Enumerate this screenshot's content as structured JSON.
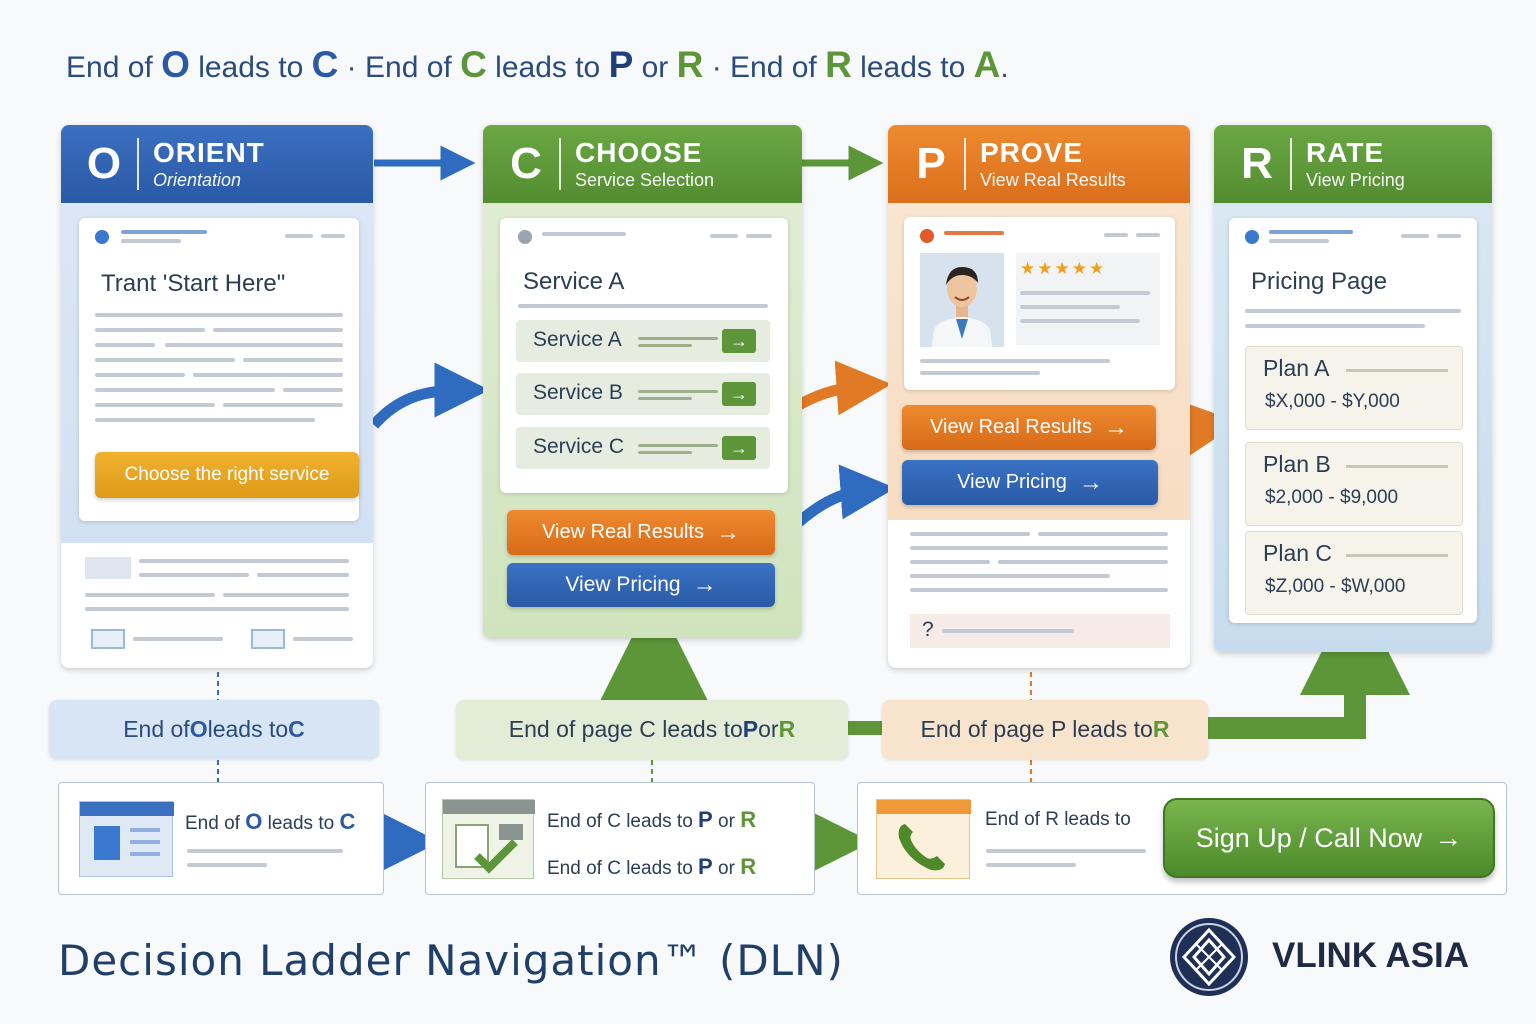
{
  "header": {
    "parts": [
      {
        "prefix": "End of ",
        "letter": "O",
        "mid": " leads to ",
        "target": "C",
        "sep": " · "
      },
      {
        "prefix": "End of ",
        "letter": "C",
        "mid": " leads to ",
        "target": "P",
        "extra": " or ",
        "target2": "R",
        "sep": " · "
      },
      {
        "prefix": "End of ",
        "letter": "R",
        "mid": " leads to ",
        "target": "A",
        "end": "."
      }
    ]
  },
  "columns": {
    "orient": {
      "letter": "O",
      "name": "ORIENT",
      "subtitle": "Orientation",
      "card_title": "Trant 'Start Here\"",
      "cta": "Choose the right service"
    },
    "choose": {
      "letter": "C",
      "name": "CHOOSE",
      "subtitle": "Service Selection",
      "card_title": "Service A",
      "services": [
        "Service A",
        "Service B",
        "Service C"
      ],
      "cta_results": "View Real Results",
      "cta_pricing": "View Pricing"
    },
    "prove": {
      "letter": "P",
      "name": "PROVE",
      "subtitle": "View Real Results",
      "stars": "★★★★★",
      "cta_results": "View Real Results",
      "cta_pricing": "View Pricing",
      "faq_mark": "?"
    },
    "rate": {
      "letter": "R",
      "name": "RATE",
      "subtitle": "View Pricing",
      "card_title": "Pricing Page",
      "plans": [
        {
          "name": "Plan A",
          "price": "$X,000 - $Y,000"
        },
        {
          "name": "Plan B",
          "price": "$2,000 - $9,000"
        },
        {
          "name": "Plan C",
          "price": "$Z,000 - $W,000"
        }
      ]
    }
  },
  "transitions": {
    "o_to_c": {
      "text": "End of ",
      "letter": "O",
      "mid": " leads to ",
      "target": "C"
    },
    "c_to_pr": {
      "text": "End of page C leads to ",
      "target": "P",
      "mid": " or ",
      "target2": "R"
    },
    "p_to_r": {
      "text": "End of page P leads to ",
      "target": "R"
    }
  },
  "bottom": {
    "box1": {
      "text": "End of ",
      "letter": "O",
      "mid": " leads to ",
      "target": "C"
    },
    "box2_line1": {
      "text": "End of C leads to ",
      "target": "P",
      "mid": " or ",
      "target2": "R"
    },
    "box2_line2": {
      "text": "End of C leads to ",
      "target": "P",
      "mid": " or ",
      "target2": "R"
    },
    "box3": {
      "text": "End of R leads to"
    },
    "signup": "Sign Up / Call Now",
    "arrow": "→"
  },
  "footer": {
    "title": "Decision Ladder Navigation™ (DLN)",
    "brand": "VLINK ASIA"
  },
  "colors": {
    "blue": "#2a5aa6",
    "green": "#5c9638",
    "orange": "#db6f1b",
    "gold": "#f0b22e"
  },
  "icons": [
    "right-arrow-icon",
    "star-icon",
    "avatar-doctor-icon",
    "browser-window-icon",
    "checklist-icon",
    "phone-icon",
    "brand-logo-icon"
  ]
}
